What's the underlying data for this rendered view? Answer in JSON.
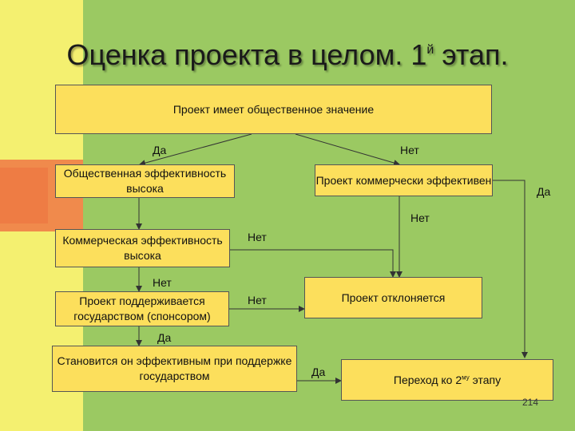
{
  "title": {
    "main": "Оценка проекта в целом. 1",
    "sup": "й",
    "tail": " этап."
  },
  "nodes": {
    "root": "Проект имеет общественное значение",
    "social_eff": "Общественная эффективность высока",
    "commercial_eff_right": "Проект коммерчески эффективен",
    "commercial_eff_left": "Коммерческая эффективность высока",
    "rejected": "Проект отклоняется",
    "state_support": "Проект поддерживается государством (спонсором)",
    "becomes_eff": "Становится он эффективным при поддержке государством",
    "next_stage_main": "Переход ко 2",
    "next_stage_sup": "му",
    "next_stage_tail": " этапу"
  },
  "edge_labels": {
    "root_yes": "Да",
    "root_no": "Нет",
    "right_yes": "Да",
    "right_no": "Нет",
    "commercial_no": "Нет",
    "social_no": "Нет",
    "state_no": "Нет",
    "state_yes": "Да",
    "becomes_yes": "Да"
  },
  "page_number": "214",
  "colors": {
    "background": "#9bc962",
    "box_fill": "#fcdf5c",
    "strip_yellow": "#f4f070",
    "strip_orange": "#f08a4c"
  }
}
